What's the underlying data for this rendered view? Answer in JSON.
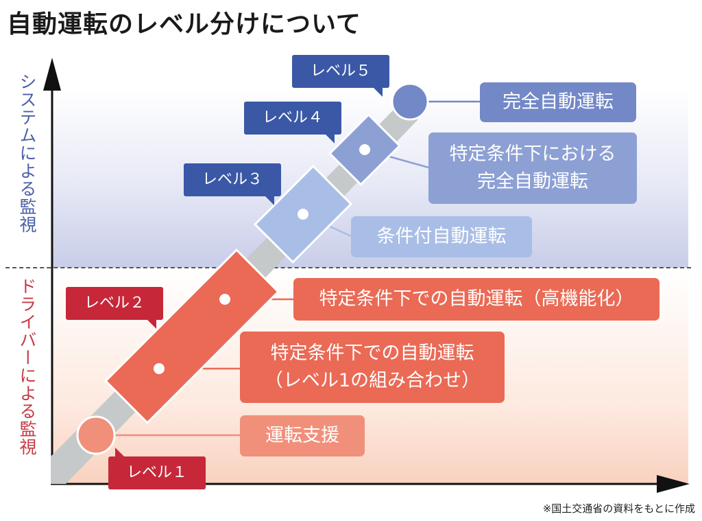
{
  "title": "自動運転のレベル分けについて",
  "axis": {
    "system_label": "システムによる監視",
    "driver_label": "ドライバーによる監視"
  },
  "levels": [
    {
      "label": "レベル１",
      "color": "#c6283a"
    },
    {
      "label": "レベル２",
      "color": "#c6283a"
    },
    {
      "label": "レベル３",
      "color": "#3a58a6"
    },
    {
      "label": "レベル４",
      "color": "#3a58a6"
    },
    {
      "label": "レベル５",
      "color": "#3a58a6"
    }
  ],
  "descriptions": {
    "level1": "運転支援",
    "level2_line1": "特定条件下での自動運転",
    "level2_line2": "（レベル1の組み合わせ）",
    "level2_high": "特定条件下での自動運転（高機能化）",
    "level3": "条件付自動運転",
    "level4_line1": "特定条件下における",
    "level4_line2": "完全自動運転",
    "level5": "完全自動運転"
  },
  "colors": {
    "red_level": "#c6283a",
    "blue_level": "#3a58a6",
    "coral": "#ea6a55",
    "salmon": "#f0907b",
    "light_blue": "#a9bee6",
    "mid_blue": "#8da0d4",
    "dark_blue": "#7388c6",
    "road": "#c5c9c9"
  },
  "source": "※国土交通省の資料をもとに作成"
}
